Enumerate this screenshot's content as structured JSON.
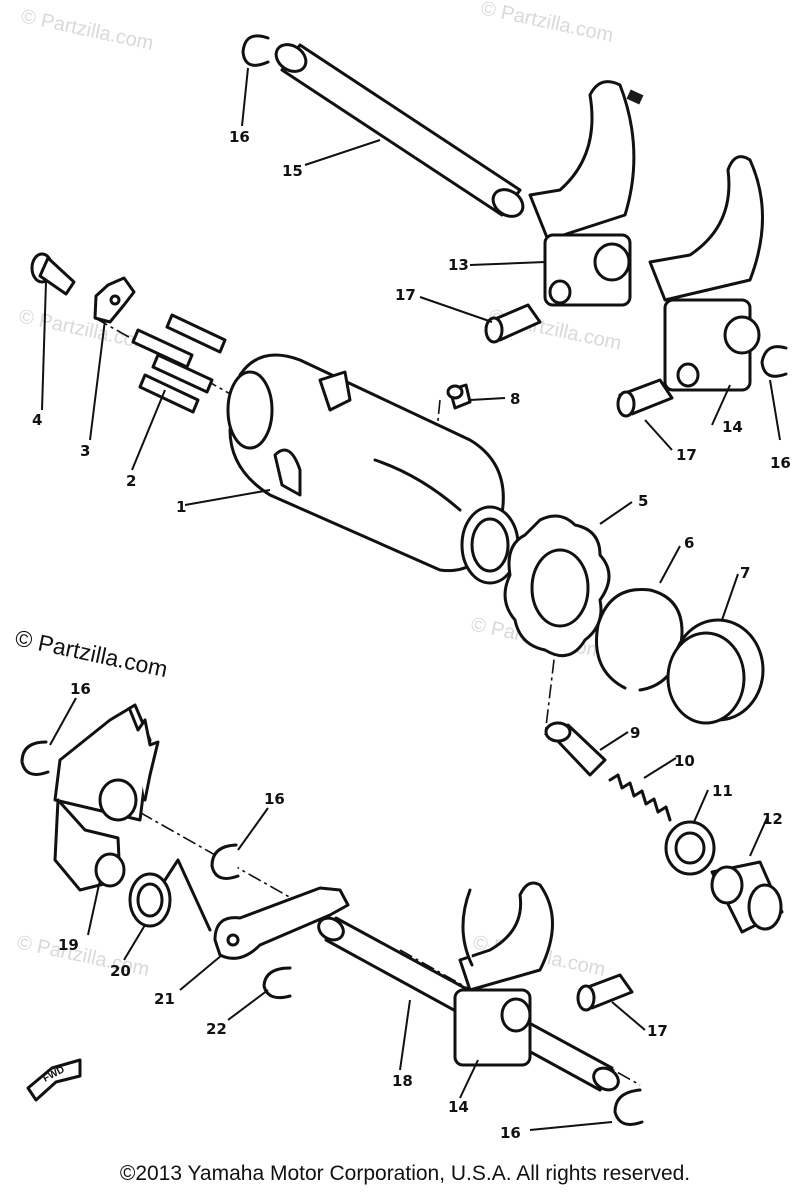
{
  "watermark_text": "© Partzilla.com",
  "copyright": "©2013 Yamaha Motor Corporation, U.S.A. All rights reserved.",
  "fwd_label": "FWD",
  "callouts": {
    "c1": "1",
    "c2": "2",
    "c3": "3",
    "c4": "4",
    "c5": "5",
    "c6": "6",
    "c7": "7",
    "c8": "8",
    "c9": "9",
    "c10": "10",
    "c11": "11",
    "c12": "12",
    "c13": "13",
    "c14a": "14",
    "c14b": "14",
    "c15": "15",
    "c16a": "16",
    "c16b": "16",
    "c16c": "16",
    "c16d": "16",
    "c16e": "16",
    "c17a": "17",
    "c17b": "17",
    "c17c": "17",
    "c18": "18",
    "c19": "19",
    "c20": "20",
    "c21": "21",
    "c22": "22"
  }
}
